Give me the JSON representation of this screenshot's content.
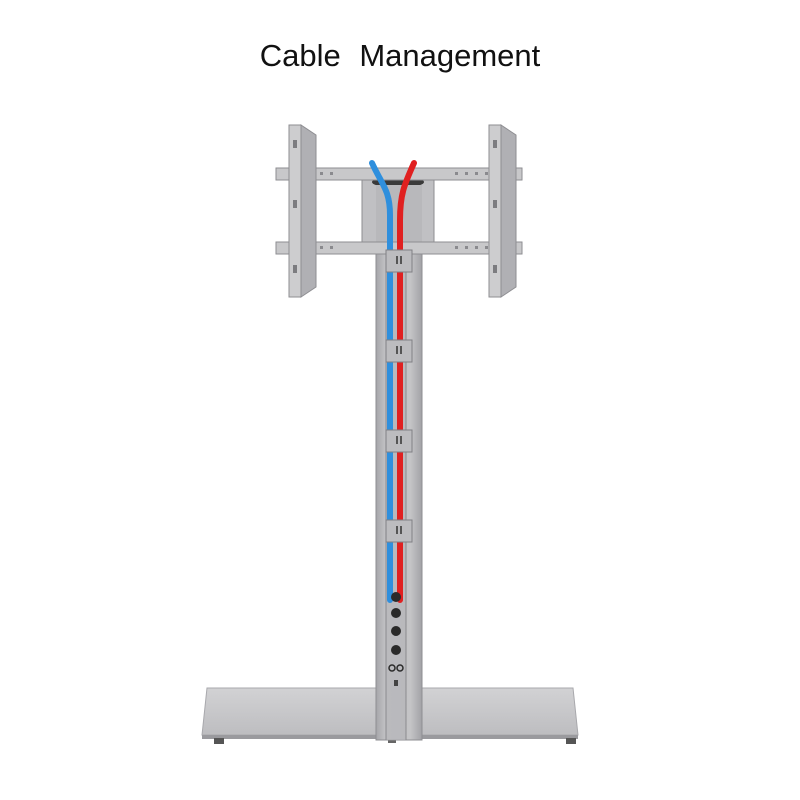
{
  "title": "Cable  Management",
  "colors": {
    "background": "#ffffff",
    "steel": "#c2c2c4",
    "steel_dark": "#9c9ca0",
    "steel_light": "#d6d6d8",
    "cable_blue": "#2f8fdd",
    "cable_red": "#e02020",
    "port": "#2a2a2a"
  },
  "icons": [
    "tv-floor-stand",
    "vesa-mount-bracket",
    "cable-blue",
    "cable-red",
    "cable-clip",
    "power-port",
    "stand-base"
  ]
}
